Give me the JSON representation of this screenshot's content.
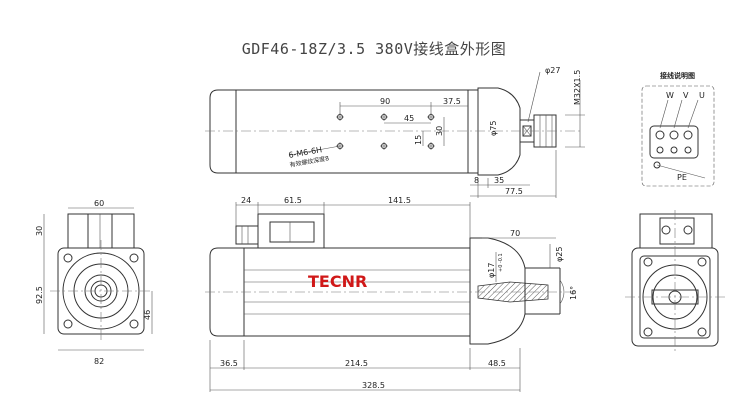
{
  "title": "GDF46-18Z/3.5 380V接线盒外形图",
  "brand": {
    "logo_text": "TECNR",
    "color": "#d01818"
  },
  "wiring": {
    "heading": "接线说明图",
    "terminals": [
      "W",
      "V",
      "U"
    ],
    "ground": "PE"
  },
  "top_view": {
    "dims": {
      "d90": "90",
      "d37_5": "37.5",
      "d45": "45",
      "d30": "30",
      "d15": "15",
      "d75": "φ75",
      "d27": "φ27",
      "m32": "M32X1.5",
      "d8": "8",
      "d35": "35",
      "d77_5": "77.5"
    },
    "hole_note": "6-M6-6H",
    "hole_depth": "有效螺纹深度8"
  },
  "front_view": {
    "dims": {
      "d60": "60",
      "d30": "30",
      "d92_5": "92.5",
      "d46": "46",
      "d82": "82"
    }
  },
  "side_view": {
    "dims": {
      "d24": "24",
      "d61_5": "61.5",
      "d141_5": "141.5",
      "d70": "70",
      "d25": "φ25",
      "d17": "φ17",
      "tol": "+0\n-0.1",
      "angle": "16°",
      "d36_5": "36.5",
      "d214_5": "214.5",
      "d48_5": "48.5",
      "d328_5": "328.5"
    }
  }
}
